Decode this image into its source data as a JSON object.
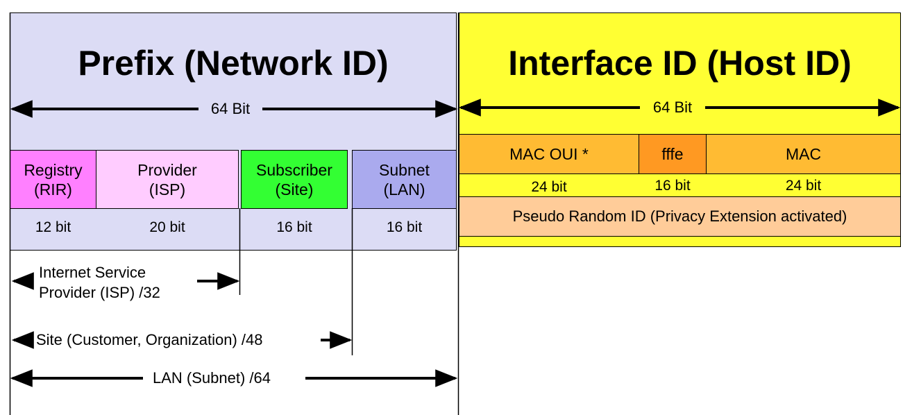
{
  "prefix": {
    "title": "Prefix (Network ID)",
    "span_label": "64 Bit",
    "fields": [
      {
        "line1": "Registry",
        "line2": "(RIR)",
        "bits": "12 bit",
        "color": "#ff80ff"
      },
      {
        "line1": "Provider",
        "line2": "(ISP)",
        "bits": "20 bit",
        "color": "#ffccff"
      },
      {
        "line1": "Subscriber",
        "line2": "(Site)",
        "bits": "16 bit",
        "color": "#33ff33"
      },
      {
        "line1": "Subnet",
        "line2": "(LAN)",
        "bits": "16 bit",
        "color": "#aaaaee"
      }
    ],
    "background": "#dcdcf5"
  },
  "interface": {
    "title": "Interface ID (Host ID)",
    "span_label": "64 Bit",
    "background": "#ffff33",
    "fields": [
      {
        "label": "MAC OUI *",
        "bits": "24 bit",
        "color": "#ffbb33"
      },
      {
        "label": "fffe",
        "bits": "16 bit",
        "color": "#ff9922"
      },
      {
        "label": "MAC",
        "bits": "24 bit",
        "color": "#ffbb33"
      }
    ],
    "privacy": {
      "label": "Pseudo Random ID (Privacy Extension activated)",
      "color": "#ffcc99"
    }
  },
  "scopes": [
    {
      "line1": "Internet Service",
      "line2": "Provider (ISP) /32"
    },
    {
      "label": "Site (Customer, Organization) /48"
    },
    {
      "label": "LAN (Subnet) /64"
    }
  ]
}
